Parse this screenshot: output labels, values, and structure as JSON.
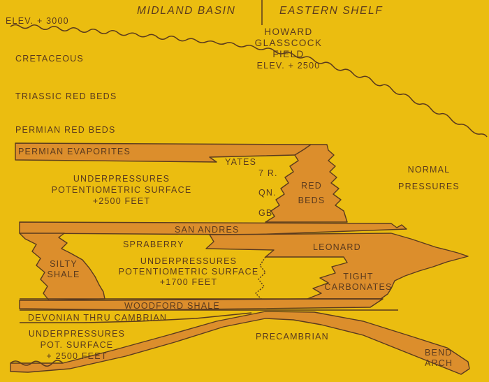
{
  "header": {
    "left_region": "MIDLAND BASIN",
    "right_region": "EASTERN SHELF",
    "elev_left": "ELEV. + 3000",
    "field_line1": "HOWARD",
    "field_line2": "GLASSCOCK",
    "field_line3": "FIELD",
    "field_elev": "ELEV. + 2500"
  },
  "strata": {
    "cretaceous": "CRETACEOUS",
    "triassic": "TRIASSIC RED BEDS",
    "permian_red_beds": "PERMIAN RED BEDS",
    "permian_evaporites": "PERMIAN EVAPORITES",
    "yates": "YATES",
    "seven_rivers": "7 R.",
    "queen": "QN.",
    "grayburg": "GB.",
    "red_beds_1": "RED",
    "red_beds_2": "BEDS",
    "san_andres": "SAN ANDRES",
    "spraberry": "SPRABERRY",
    "leonard": "LEONARD",
    "silty_shale_1": "SILTY",
    "silty_shale_2": "SHALE",
    "tight_1": "TIGHT",
    "tight_2": "CARBONATES",
    "woodford": "WOODFORD SHALE",
    "devonian": "DEVONIAN THRU CAMBRIAN",
    "precambrian": "PRECAMBRIAN",
    "bend_1": "BEND",
    "bend_2": "ARCH"
  },
  "pressures": {
    "upper_1": "UNDERPRESSURES",
    "upper_2": "POTENTIOMETRIC SURFACE",
    "upper_3": "+2500 FEET",
    "middle_1": "UNDERPRESSURES",
    "middle_2": "POTENTIOMETRIC SURFACE",
    "middle_3": "+1700 FEET",
    "lower_1": "UNDERPRESSURES",
    "lower_2": "POT. SURFACE",
    "lower_3": "+ 2500 FEET",
    "normal_1": "NORMAL",
    "normal_2": "PRESSURES"
  },
  "colors": {
    "background": "#ebbd10",
    "fill": "#dc8e2c",
    "ink": "#5a3a1e"
  }
}
